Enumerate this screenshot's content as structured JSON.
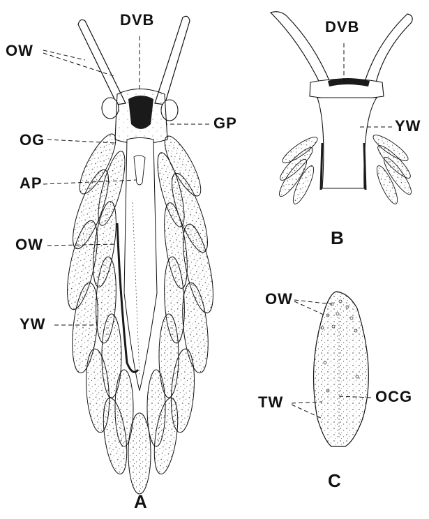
{
  "panels": {
    "a": {
      "letter": "A",
      "labels": {
        "dvb": "DVB",
        "ow_top": "OW",
        "gp": "GP",
        "og": "OG",
        "ap": "AP",
        "ow_mid": "OW",
        "yw": "YW"
      }
    },
    "b": {
      "letter": "B",
      "labels": {
        "dvb": "DVB",
        "yw": "YW"
      }
    },
    "c": {
      "letter": "C",
      "labels": {
        "ow": "OW",
        "tw": "TW",
        "ocg": "OCG"
      }
    }
  },
  "colors": {
    "ink": "#111111",
    "stipple": "#444444",
    "dark_band": "#1a1a1a",
    "paper": "#ffffff"
  }
}
